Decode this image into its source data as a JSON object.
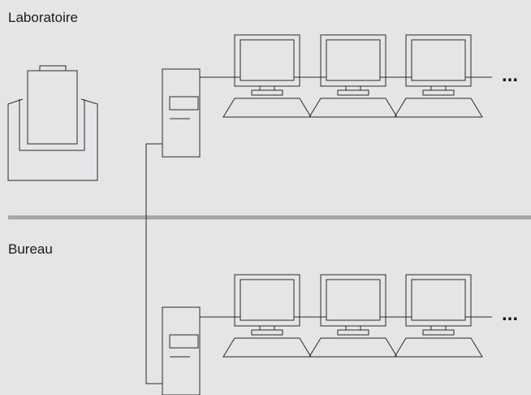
{
  "zones": {
    "laboratory": {
      "label": "Laboratoire"
    },
    "office": {
      "label": "Bureau"
    }
  },
  "network": {
    "continuation": "...",
    "laboratory_workstations": 3,
    "office_workstations": 3
  },
  "colors": {
    "background": "#e4e5e7",
    "divider": "#a6a7a9",
    "line": "#2a2a2a",
    "text": "#1a1a1a"
  }
}
